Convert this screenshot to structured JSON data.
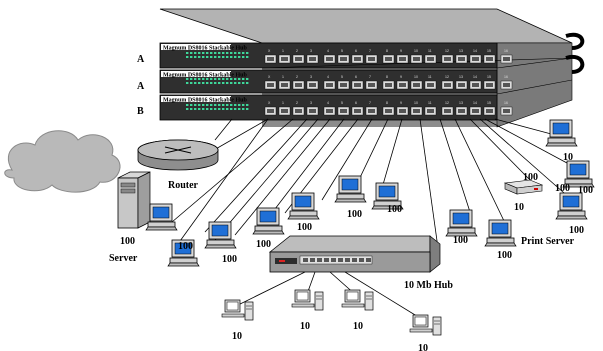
{
  "hubs": [
    {
      "label": "Magnum DS8016 Stackable Hub",
      "stack_letter": "A"
    },
    {
      "label": "Magnum DS8016 Stackable Hub",
      "stack_letter": "A"
    },
    {
      "label": "Magnum DS8016 Stackable Hub",
      "stack_letter": "B"
    }
  ],
  "port_numbers": [
    "X",
    "1",
    "2",
    "3",
    "4",
    "5",
    "6",
    "7",
    "8",
    "9",
    "10",
    "11",
    "12",
    "13",
    "14",
    "15",
    "16"
  ],
  "labels": {
    "router": "Router",
    "server": "Server",
    "print_server": "Print Server",
    "ten_mb_hub": "10  Mb Hub"
  },
  "speed_labels": [
    "10",
    "100",
    "100",
    "100",
    "100",
    "100",
    "100",
    "100",
    "100",
    "100",
    "100",
    "10",
    "100",
    "100",
    "100",
    "10",
    "10",
    "10",
    "10"
  ],
  "colors": {
    "screen": "#1f6fd6",
    "hub_dark": "#3a3a3a",
    "hub_side": "#8c8c8c",
    "hub_top": "#b3b3b3",
    "cloud": "#b9b9b9",
    "port_led": "#3ed89a"
  },
  "icons": [
    "cloud-icon",
    "router-icon",
    "server-tower-icon",
    "workstation-icon",
    "print-server-icon",
    "hub-icon"
  ]
}
